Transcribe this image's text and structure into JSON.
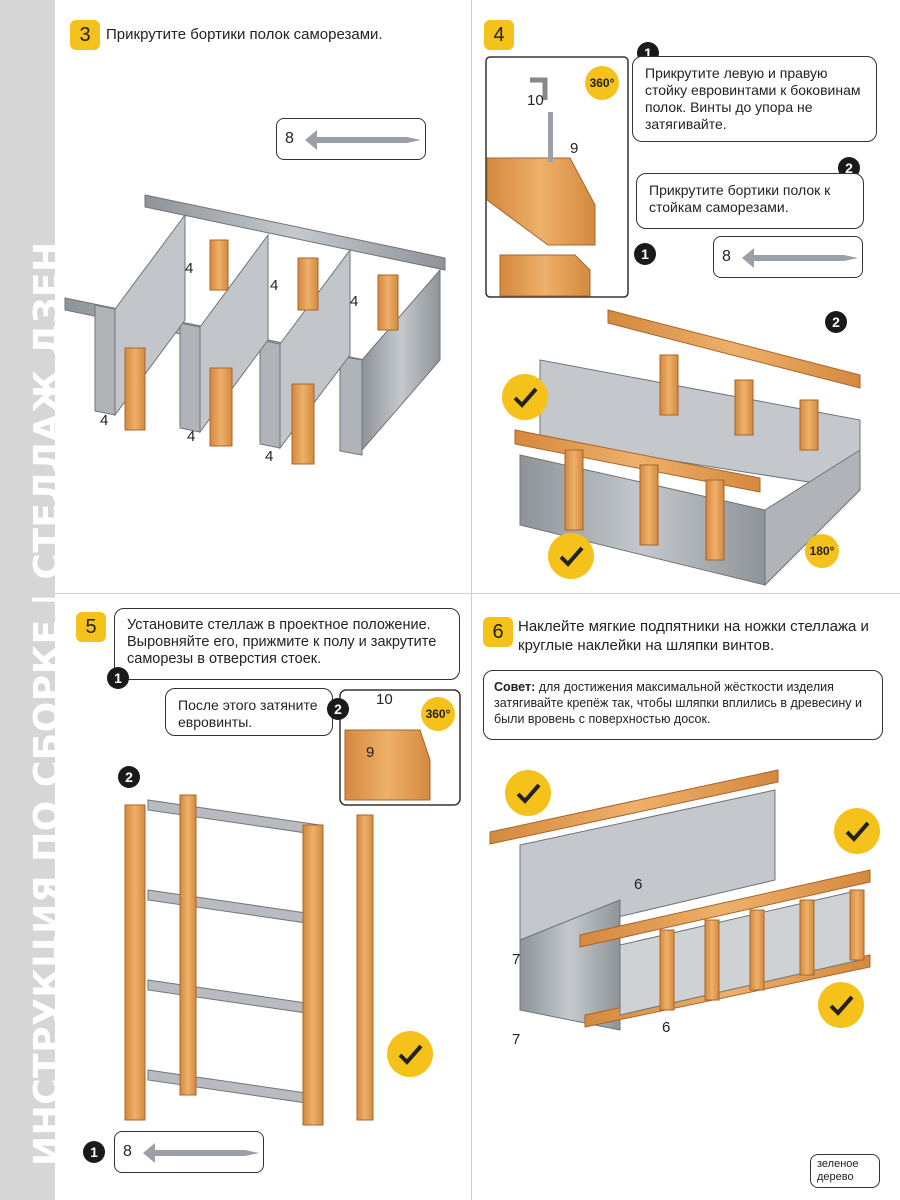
{
  "sidebar": {
    "title": "ИНСТРУКЦИЯ ПО СБОРКЕ | СТЕЛЛАЖ ДЗЕН"
  },
  "steps": [
    {
      "number": "3",
      "text": "Прикрутите бортики полок саморезами.",
      "screw_label": "8",
      "part_labels": [
        "4",
        "4",
        "4",
        "4",
        "4",
        "4"
      ]
    },
    {
      "number": "4",
      "callout_1_num": "1",
      "callout_1_text": "Прикрутите левую и правую стойку евровинтами к боковинам полок. Винты до упора не затягивайте.",
      "callout_2_num": "2",
      "callout_2_text": "Прикрутите бортики полок к стойкам саморезами.",
      "screw_label": "8",
      "hex_key_label": "10",
      "bolt_label": "9",
      "rotation_1": "360°",
      "rotation_2": "180°"
    },
    {
      "number": "5",
      "text": "Установите стеллаж в проектное положение. Выровняйте его, прижмите к полу и закрутите саморезы в отверстия стоек.",
      "callout_1_num": "1",
      "callout_2_num": "2",
      "callout_2_text": "После этого затяните евровинты.",
      "hex_key_label": "10",
      "bolt_label": "9",
      "rotation": "360°",
      "screw_label": "8"
    },
    {
      "number": "6",
      "text": "Наклейте мягкие подпятники на ножки стеллажа и круглые наклейки на шляпки винтов.",
      "tip_label": "Совет:",
      "tip_text": "для достижения максимальной жёсткости изделия затягивайте крепёж так, чтобы шляпки вплились в древесину и были вровень с поверхностью досок.",
      "labels": [
        "6",
        "7",
        "7",
        "6"
      ]
    }
  ],
  "logo": {
    "line1": "зеленое",
    "line2": "дерево"
  },
  "colors": {
    "accent": "#f5c21b",
    "wood": "#e3a45a",
    "metal": "#a9adb2",
    "sidebar": "#d6d6d6"
  }
}
